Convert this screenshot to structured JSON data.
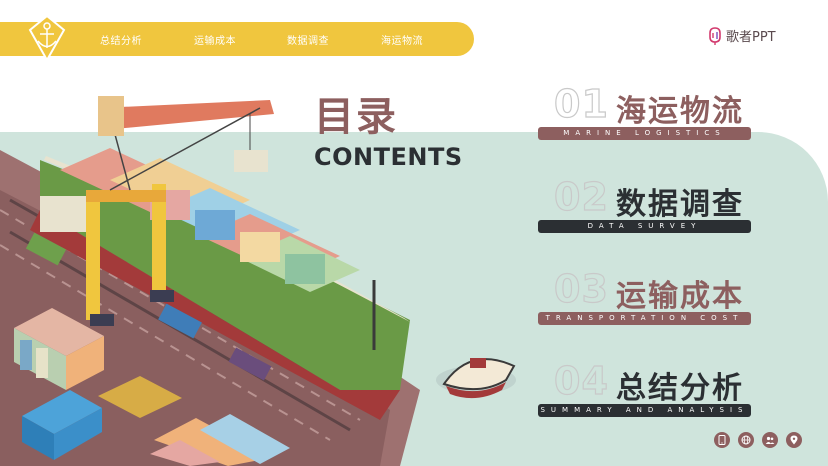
{
  "nav": {
    "items": [
      "总结分析",
      "运输成本",
      "数据调查",
      "海运物流"
    ]
  },
  "brand": {
    "name": "歌者PPT"
  },
  "title": {
    "cn": "目录",
    "en": "CONTENTS"
  },
  "toc": [
    {
      "num": "01",
      "title": "海运物流",
      "subtitle": "MARINE LOGISTICS",
      "title_color": "#8d5f5f",
      "bar_color": "#8d5f5f"
    },
    {
      "num": "02",
      "title": "数据调查",
      "subtitle": "DATA SURVEY",
      "title_color": "#2b2f33",
      "bar_color": "#2b2f33"
    },
    {
      "num": "03",
      "title": "运输成本",
      "subtitle": "TRANSPORTATION COST",
      "title_color": "#8d5f5f",
      "bar_color": "#8d5f5f"
    },
    {
      "num": "04",
      "title": "总结分析",
      "subtitle": "SUMMARY AND ANALYSIS",
      "title_color": "#2b2f33",
      "bar_color": "#2b2f33"
    }
  ],
  "footer_icons": [
    "phone-icon",
    "globe-icon",
    "users-icon",
    "location-icon"
  ],
  "colors": {
    "accent": "#f0c63e",
    "primary": "#8d5f5f",
    "dark": "#2b2f33",
    "teal_bg": "#cfe4dc"
  }
}
